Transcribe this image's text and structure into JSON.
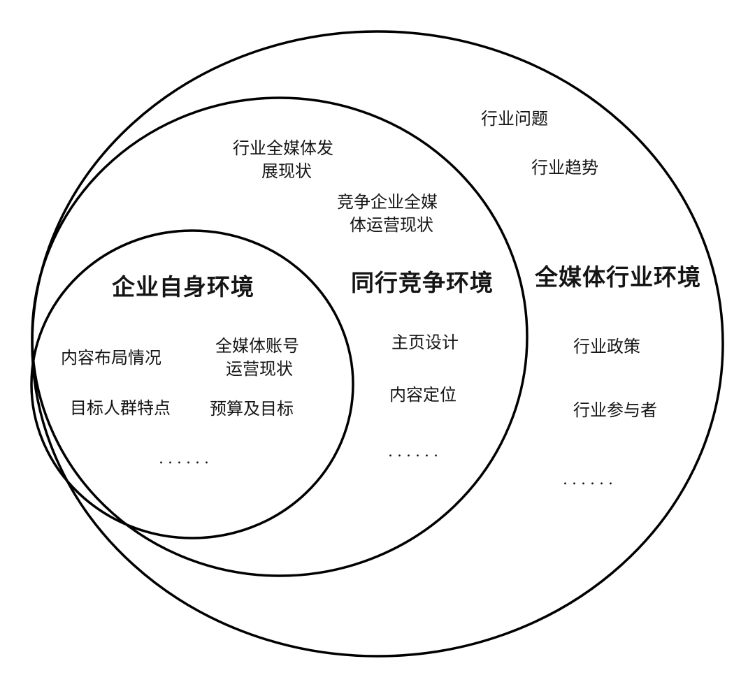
{
  "diagram": {
    "type": "nested-circles",
    "outer": {
      "title": "全媒体行业环境",
      "items": [
        "行业问题",
        "行业趋势",
        "行业政策",
        "行业参与者",
        "......"
      ]
    },
    "middle": {
      "title": "同行竞争环境",
      "items": [
        "行业全媒体发",
        "展现状",
        "竞争企业全媒",
        "体运营现状",
        "主页设计",
        "内容定位",
        "......"
      ]
    },
    "inner": {
      "title": "企业自身环境",
      "items": [
        "内容布局情况",
        "全媒体账号",
        "运营现状",
        "目标人群特点",
        "预算及目标",
        "......"
      ]
    },
    "colors": {
      "stroke": "#000000",
      "background": "#ffffff",
      "text": "#151515"
    }
  }
}
